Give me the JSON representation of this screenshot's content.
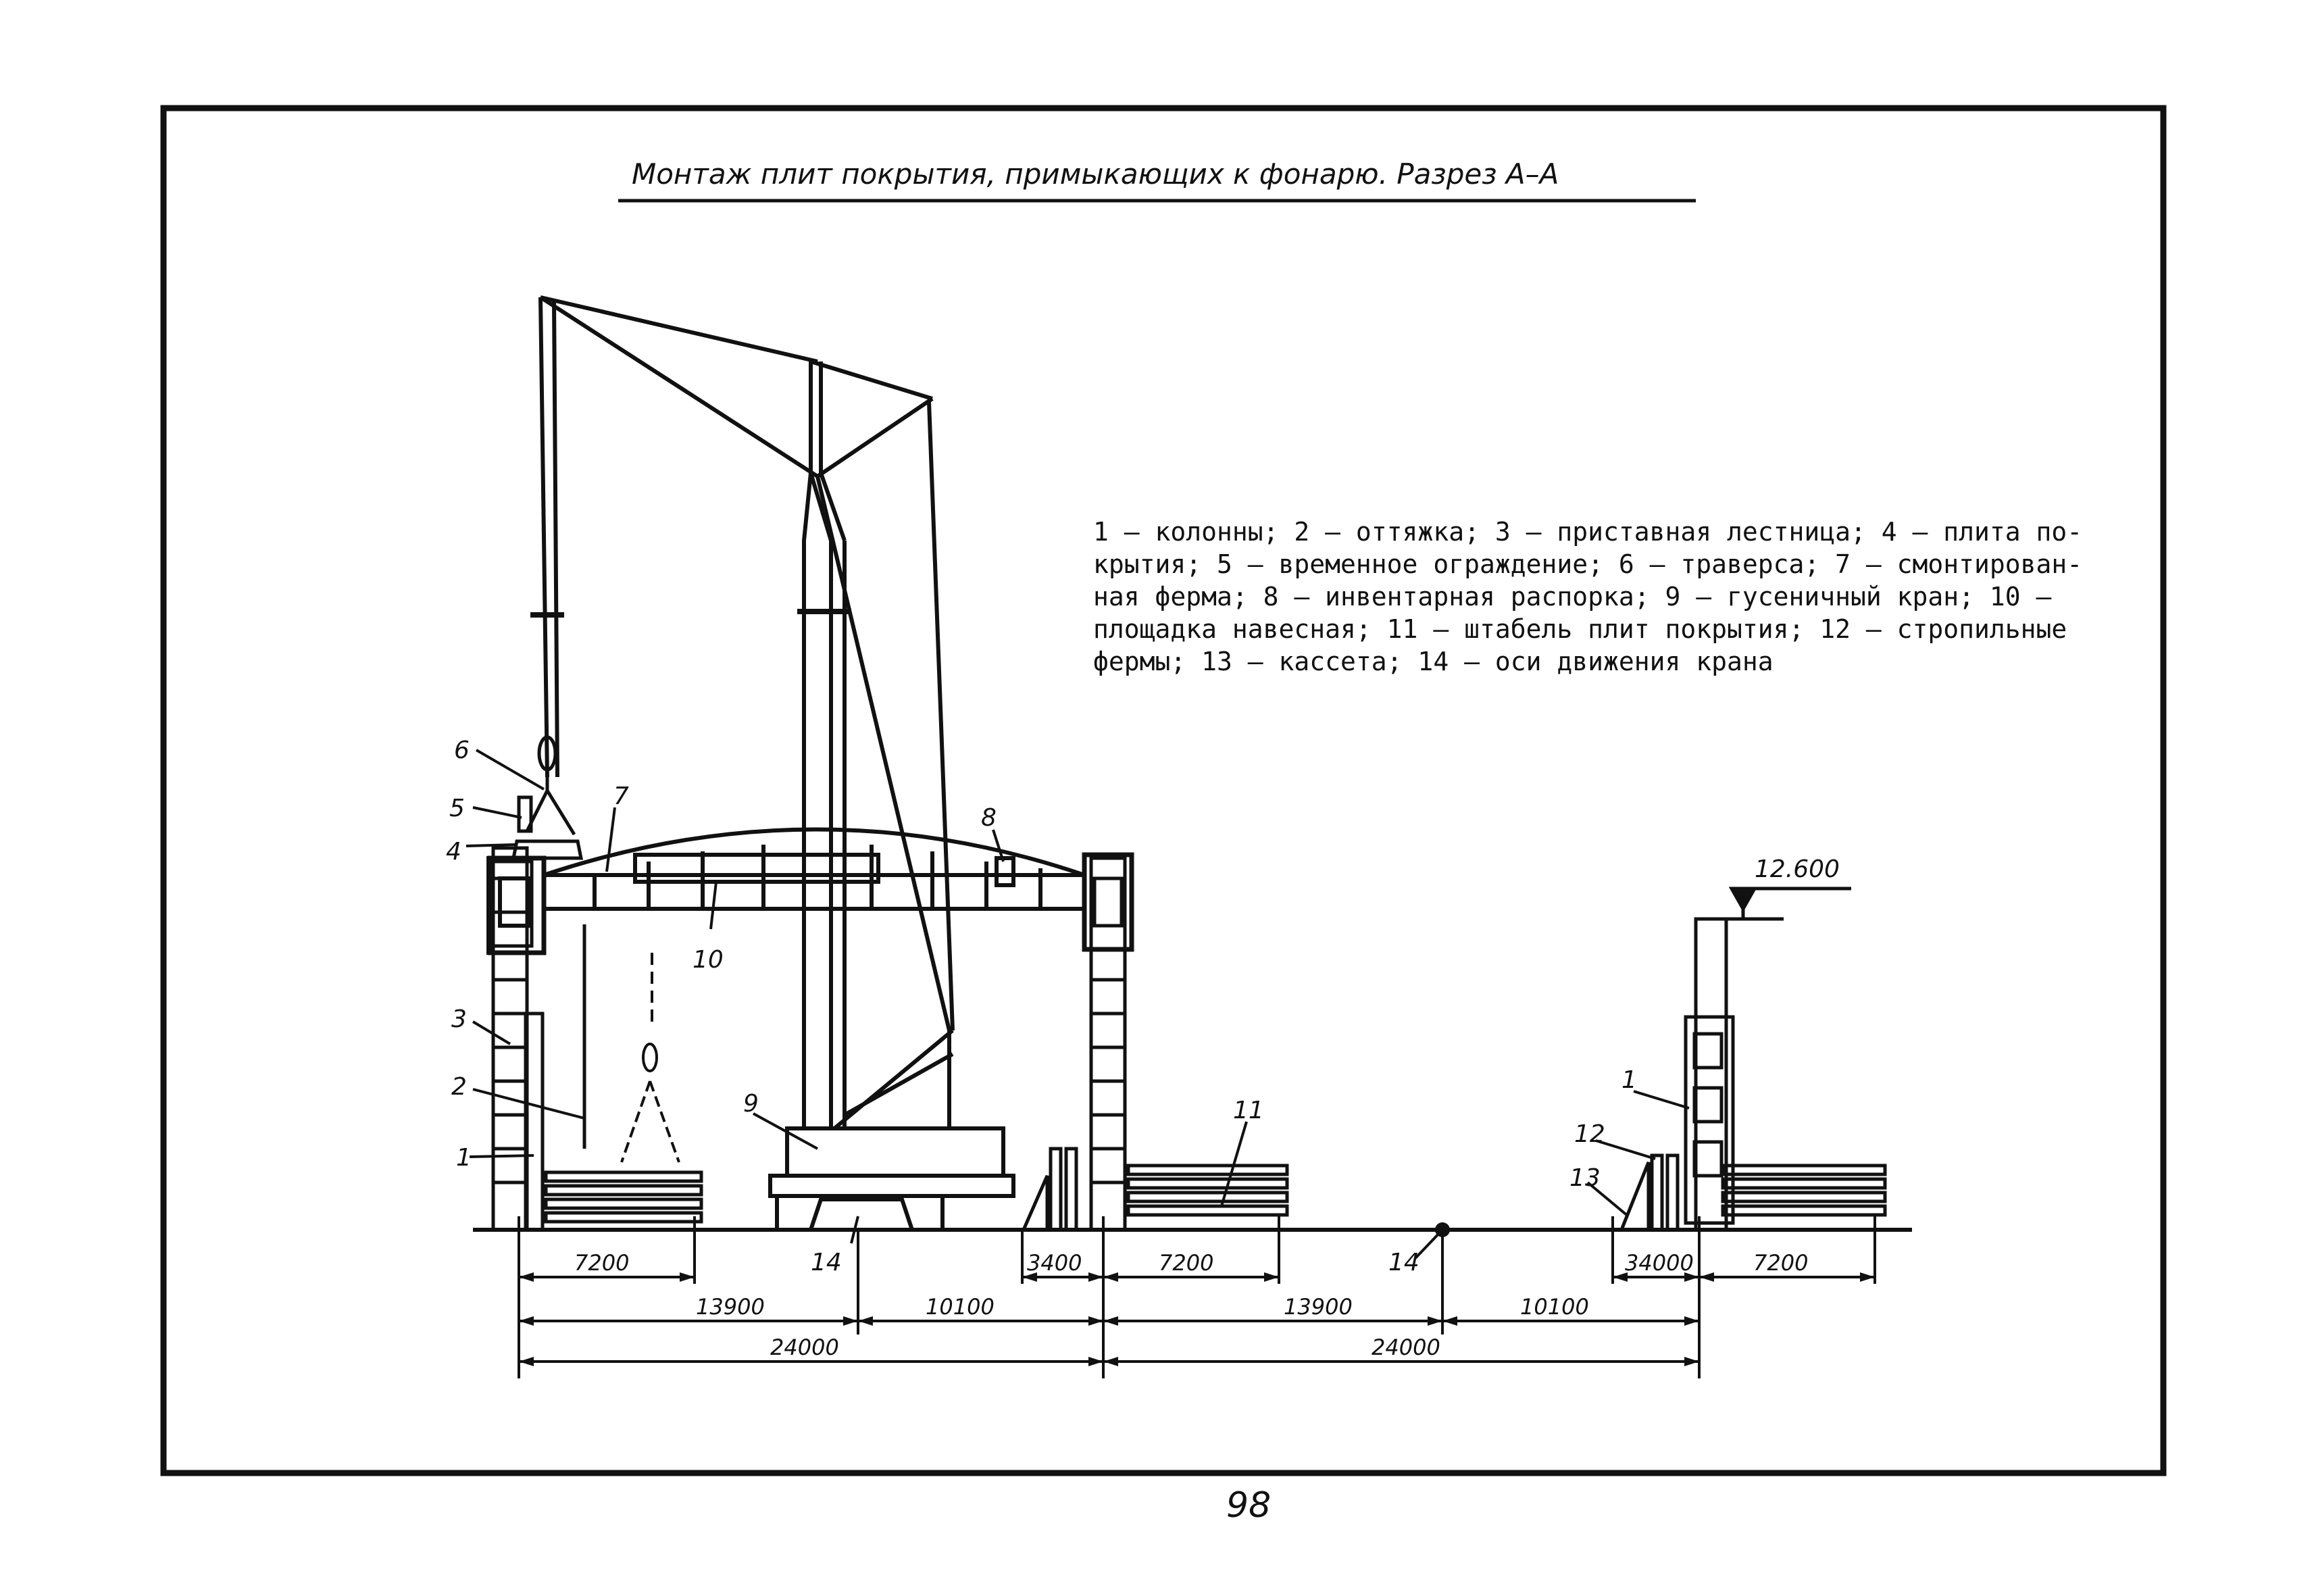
{
  "title": "Монтаж плит покрытия, примыкающих к фонарю. Разрез А–А",
  "legend_lines": [
    "1 – колонны; 2 – оттяжка; 3 – приставная лестница; 4 – плита по-",
    "крытия; 5 – временное ограждение; 6 – траверса; 7 – смонтирован-",
    "ная ферма; 8 – инвентарная распорка; 9 – гусеничный кран; 10 –",
    "площадка навесная; 11 – штабель плит покрытия; 12 – стропильные",
    "фермы; 13 – кассета; 14 – оси движения крана"
  ],
  "callouts": {
    "c1a": "1",
    "c1b": "1",
    "c2": "2",
    "c3": "3",
    "c4": "4",
    "c5": "5",
    "c6": "6",
    "c7": "7",
    "c8": "8",
    "c9": "9",
    "c10": "10",
    "c11": "11",
    "c12": "12",
    "c13": "13",
    "c14a": "14",
    "c14b": "14"
  },
  "elevation": "12.600",
  "dimensions": {
    "d7200a": "7200",
    "d3400": "3400",
    "d7200b": "7200",
    "d34000": "34000",
    "d7200c": "7200",
    "d13900a": "13900",
    "d10100a": "10100",
    "d13900b": "13900",
    "d10100b": "10100",
    "d24000a": "24000",
    "d24000b": "24000"
  },
  "page_number": "98"
}
